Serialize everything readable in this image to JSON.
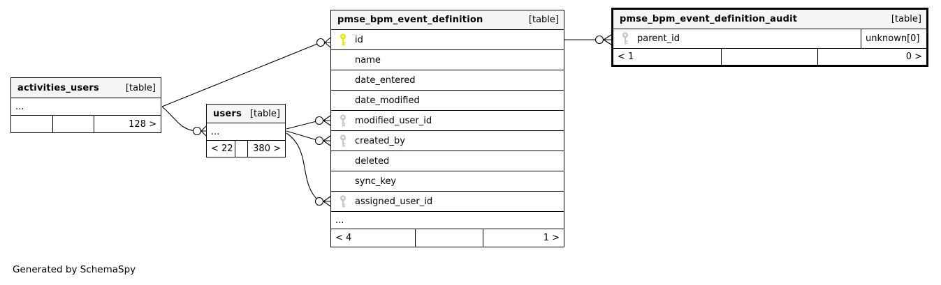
{
  "footer_note": "Generated by SchemaSpy",
  "colors": {
    "header_bg": "#f5f5f5",
    "border": "#000000",
    "primary_key": "#e8e800",
    "foreign_key": "#c8c8c8"
  },
  "tables": [
    {
      "name": "activities_users",
      "type_label": "[table]",
      "columns": [
        {
          "name": "...",
          "key": "none"
        }
      ],
      "footer": [
        "",
        "",
        "128 >"
      ]
    },
    {
      "name": "users",
      "type_label": "[table]",
      "columns": [
        {
          "name": "...",
          "key": "none"
        }
      ],
      "footer": [
        "< 22",
        "",
        "380 >"
      ]
    },
    {
      "name": "pmse_bpm_event_definition",
      "type_label": "[table]",
      "columns": [
        {
          "name": "id",
          "key": "primary"
        },
        {
          "name": "name",
          "key": "none"
        },
        {
          "name": "date_entered",
          "key": "none"
        },
        {
          "name": "date_modified",
          "key": "none"
        },
        {
          "name": "modified_user_id",
          "key": "foreign"
        },
        {
          "name": "created_by",
          "key": "foreign"
        },
        {
          "name": "deleted",
          "key": "none"
        },
        {
          "name": "sync_key",
          "key": "none"
        },
        {
          "name": "assigned_user_id",
          "key": "foreign"
        },
        {
          "name": "...",
          "key": "none"
        }
      ],
      "footer": [
        "< 4",
        "",
        "1 >"
      ]
    },
    {
      "name": "pmse_bpm_event_definition_audit",
      "type_label": "[table]",
      "columns": [
        {
          "name": "parent_id",
          "key": "foreign",
          "extra": "unknown[0]"
        }
      ],
      "footer": [
        "< 1",
        "",
        "0 >"
      ]
    }
  ],
  "relationships": [
    {
      "from": "activities_users",
      "to": "pmse_bpm_event_definition.id"
    },
    {
      "from": "activities_users",
      "to": "users"
    },
    {
      "from": "users",
      "to": "pmse_bpm_event_definition.modified_user_id"
    },
    {
      "from": "users",
      "to": "pmse_bpm_event_definition.created_by"
    },
    {
      "from": "users",
      "to": "pmse_bpm_event_definition.assigned_user_id"
    },
    {
      "from": "pmse_bpm_event_definition.id",
      "to": "pmse_bpm_event_definition_audit.parent_id"
    }
  ]
}
